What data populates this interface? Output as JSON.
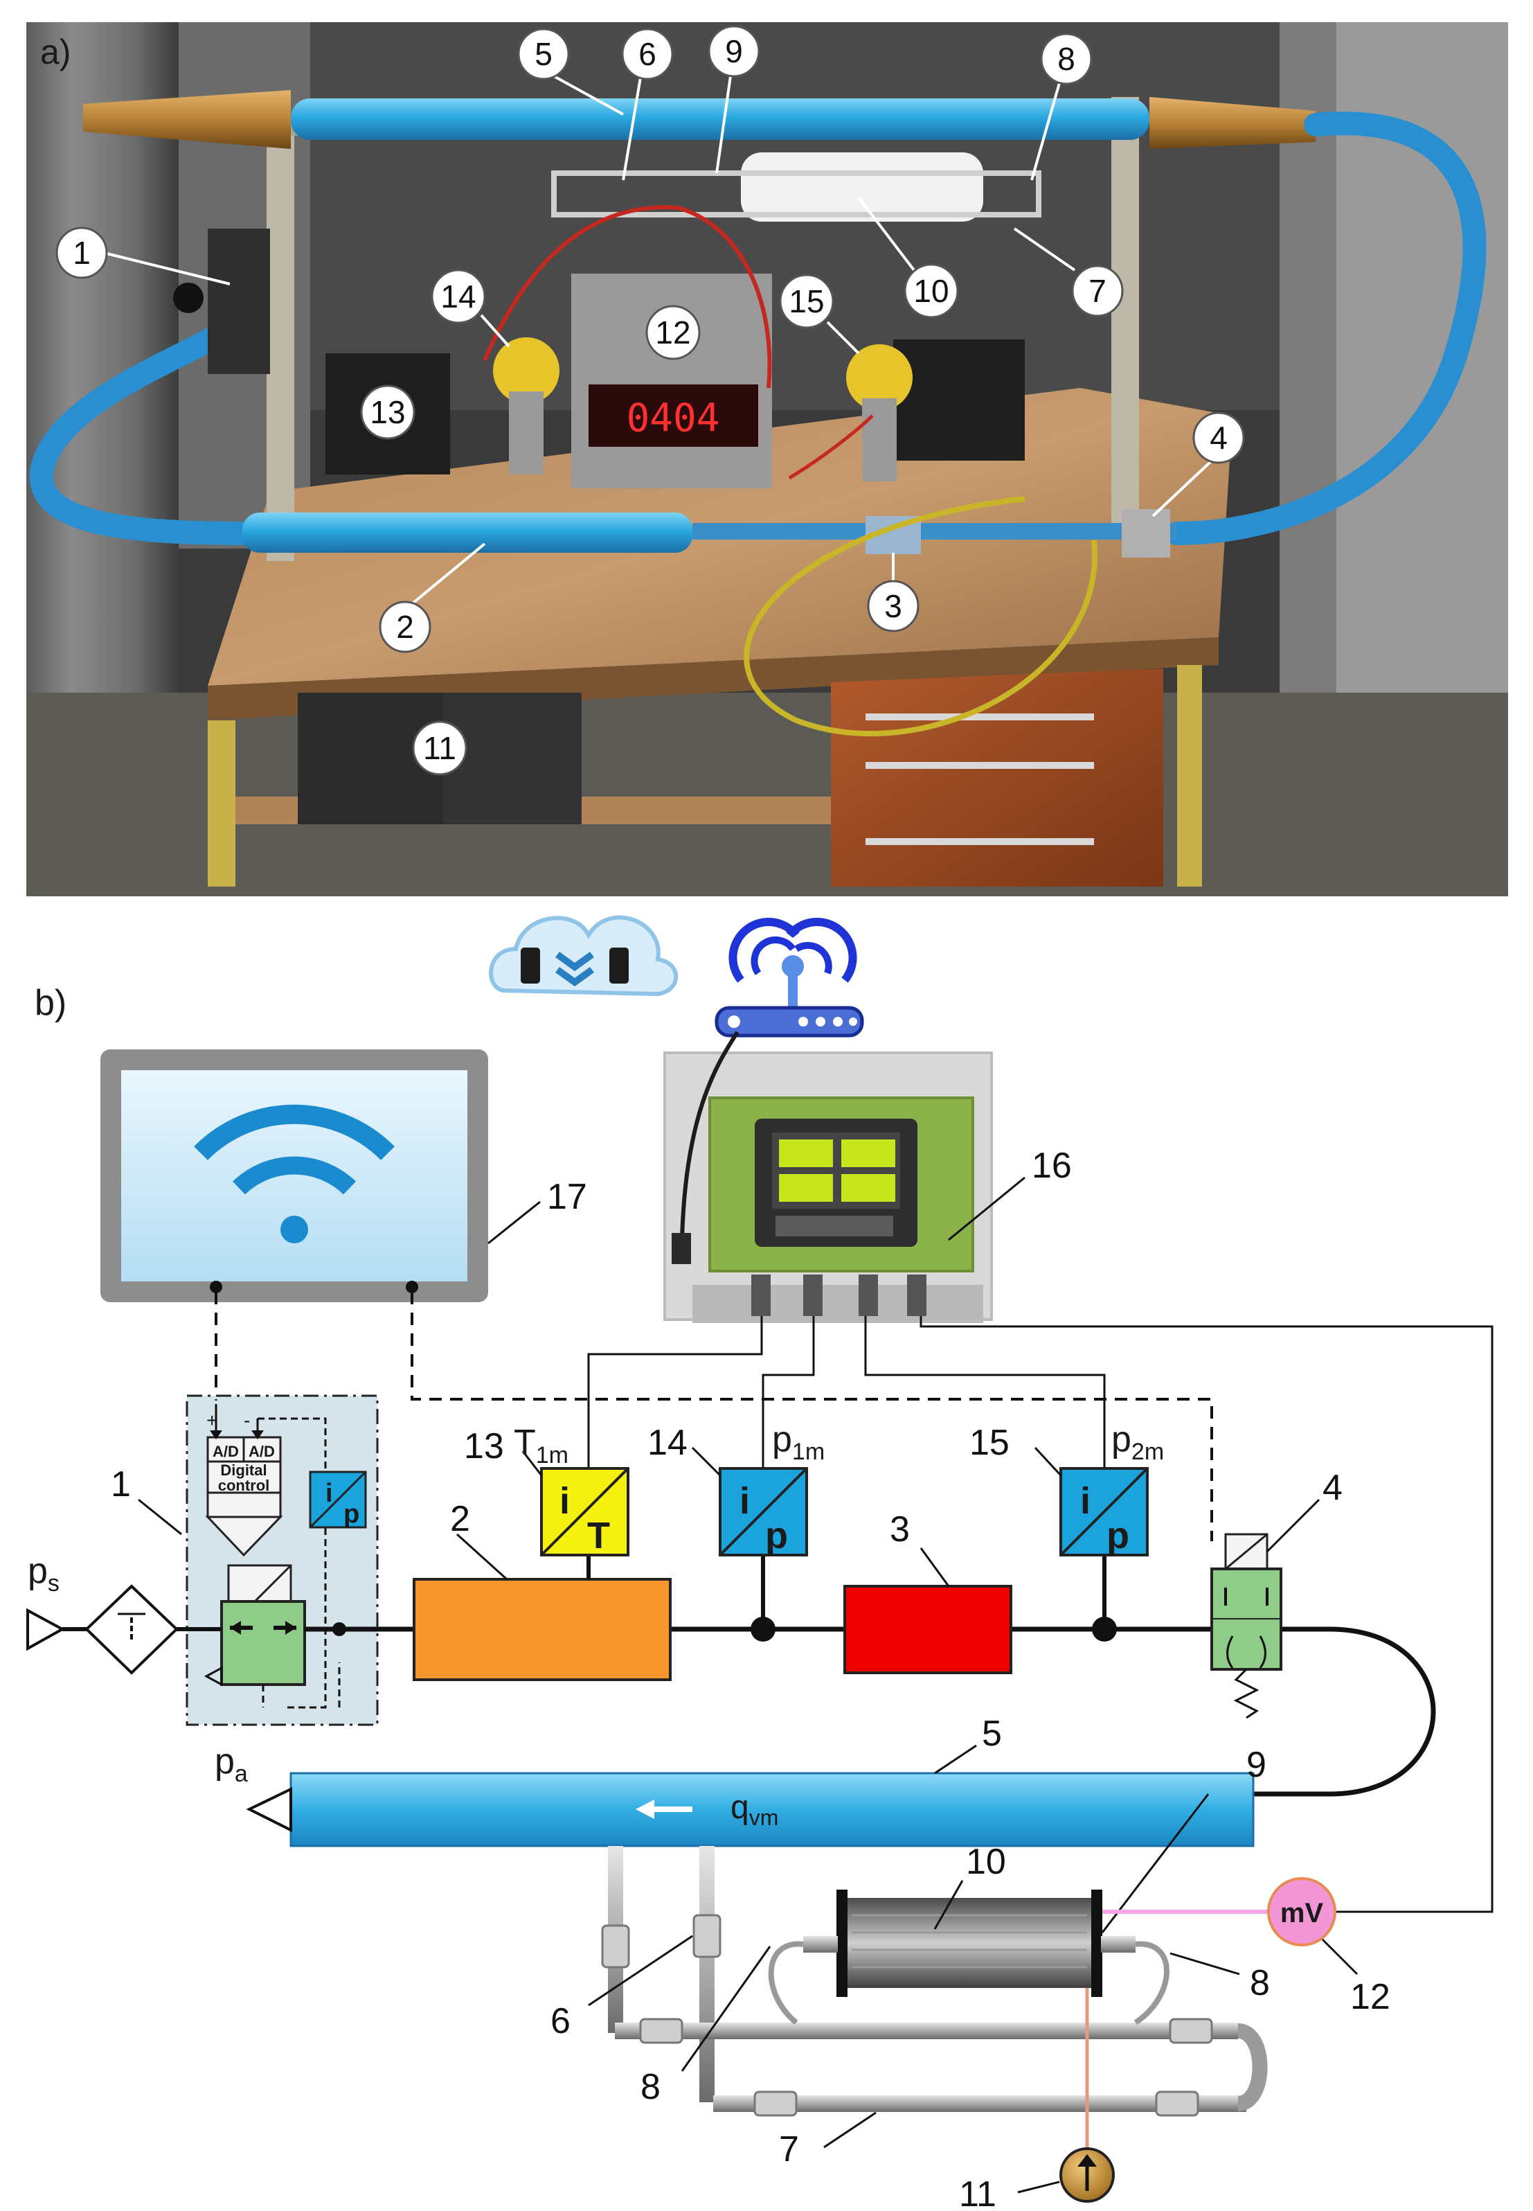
{
  "panel_a": {
    "label": "a)",
    "callouts": [
      "1",
      "2",
      "3",
      "4",
      "5",
      "6",
      "7",
      "8",
      "9",
      "10",
      "11",
      "12",
      "13",
      "14",
      "15"
    ],
    "display_reading": "0404"
  },
  "panel_b": {
    "label": "b)",
    "numbers": [
      "1",
      "2",
      "3",
      "4",
      "5",
      "6",
      "7",
      "8",
      "8",
      "9",
      "10",
      "11",
      "12",
      "13",
      "14",
      "15",
      "16",
      "17"
    ],
    "ps": "p",
    "ps_sub": "s",
    "pa": "p",
    "pa_sub": "a",
    "T1m": "T",
    "T1m_sub": "1m",
    "p1m": "p",
    "p1m_sub": "1m",
    "p2m": "p",
    "p2m_sub": "2m",
    "qvm": "q",
    "qvm_sub": "vm",
    "mv": "mV",
    "ad1": "A/D",
    "ad2": "A/D",
    "digital1": "Digital",
    "digital2": "control",
    "plus": "+",
    "minus": "-",
    "ip_i": "i",
    "ip_p": "p",
    "it_t": "T"
  },
  "colors": {
    "orange": "#F7962D",
    "red": "#EE0000",
    "yellow": "#F5F20F",
    "blue_transducer": "#1BA3DB",
    "green_valve": "#8FCC8A",
    "mv_pink": "#F296D5",
    "pipe_blue": "#29A8DF",
    "thermocouple": "#F5A6E6"
  }
}
